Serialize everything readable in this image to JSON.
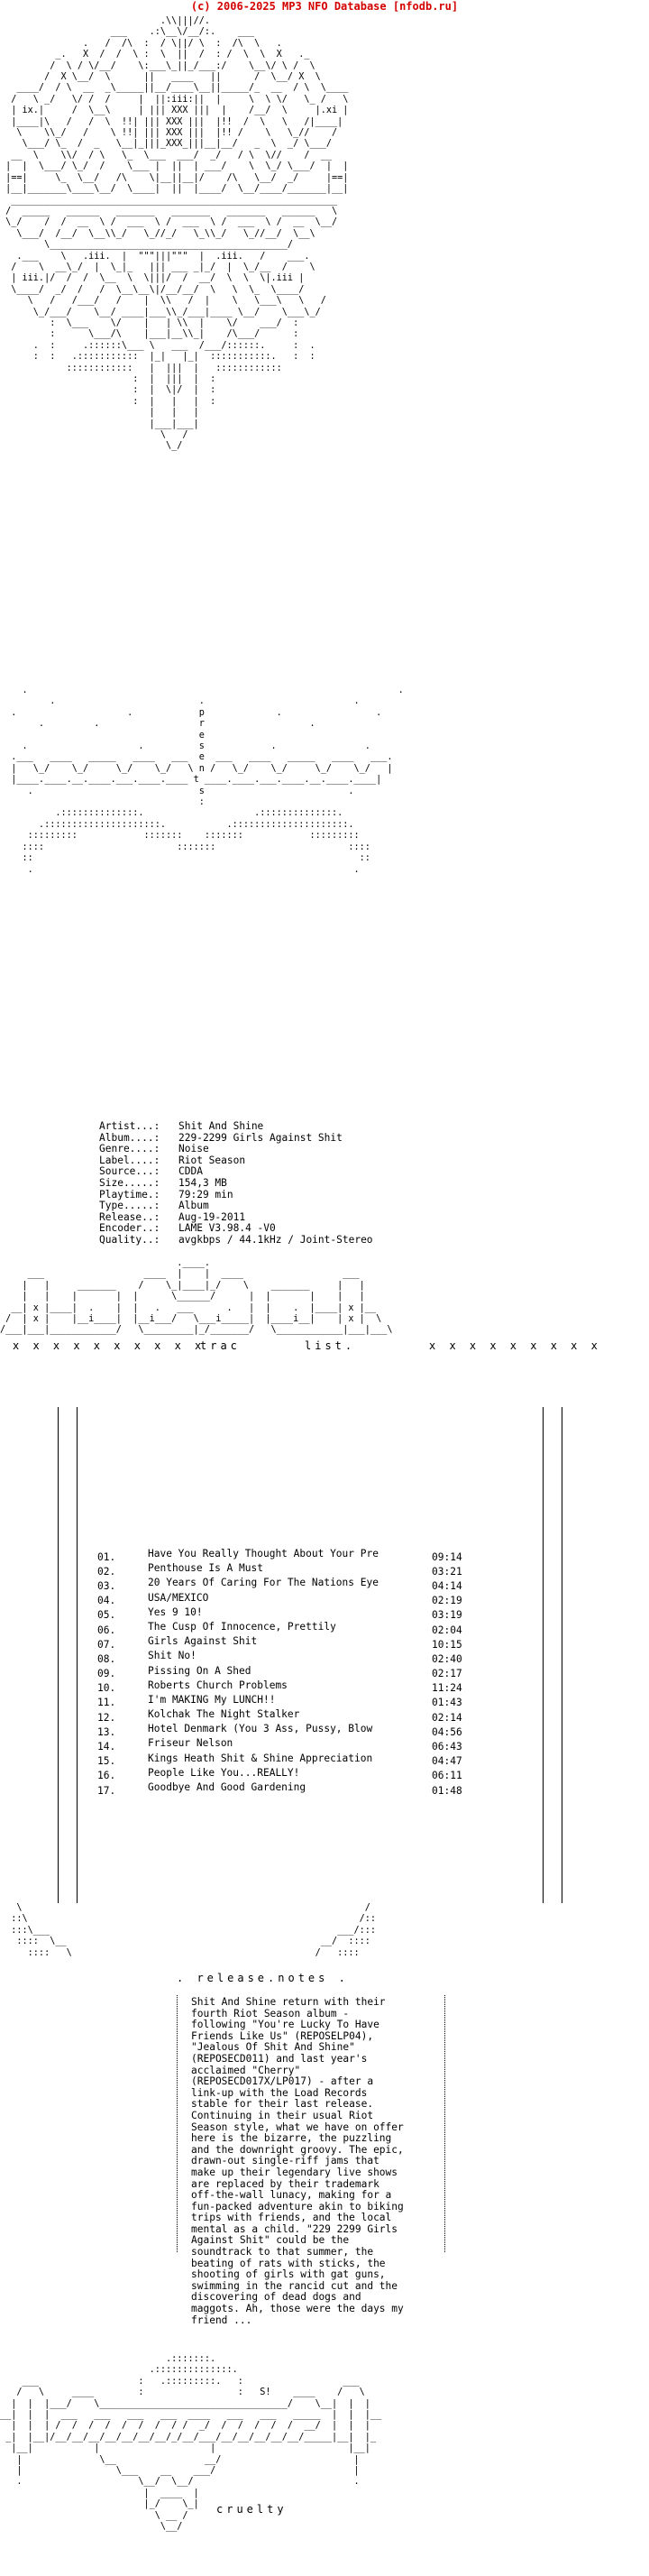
{
  "header": {
    "text": "(c) 2006-2025 MP3 NFO Database [nfodb.ru]"
  },
  "art": {
    "logo_top": [
      "                             .\\\\|||//.                                  ",
      "                    ___    .:\\__\\/__/:.    ___                          ",
      "               .   /  /\\  :  / \\||/ \\  :  /\\  \\   .                     ",
      "          _.   X  /  /  \\ :  \\  ||  /  : /  \\  \\  X   ._                ",
      "         /  \\ / \\/__/    \\:___\\_||_/___:/    \\__\\/ \\ /  \\               ",
      "        /  X \\__/  \\      ||   ____   ||      /  \\__/ X  \\              ",
      "   ____/  / \\  __  _\\_____||__/____\\__||_____/_  __  / \\  \\____         ",
      "  /   \\ _/   \\/ /  /     |  ||:iii:||  |     \\  \\ \\/   \\_ /   \\        ",
      "  | ix.|     /  \\__\\     | ||| XXX |||  |    /__/  \\     |.xi |        ",
      "  |____|\\   /   /  \\  !!| ||| XXX |||  |!!  /  \\   \\   /|____|         ",
      "   \\    \\\\_/   /    \\ !!| ||| XXX |||  |!! /    \\   \\_//    /          ",
      "    \\___/ \\_  /  _   \\__|_|||_XXX_|||__|__/   _  \\  _/ \\___/           ",
      "  __  \\    \\\\/  / \\   \\_  \\___  ___/  _/   / \\  \\//    /  __           ",
      " |  |  \\___/ \\_/  /    \\___ |  ||  | ___/    \\  \\_/ \\___/  |  |          ",
      " |==|     \\_  \\__/   /\\    \\|__||__|/    /\\   \\__/  _/     |==|          ",
      " |__|_______\\____\\__/  \\____|  ||  |____/  \\__/____/_______|__|          ",
      "  ___________________________________________________________            ",
      " /  _____   ______   _______   _______   _______   ______   \\           ",
      " \\_/    /  /  __  \\ /  ___  \\ /  ___  \\ /  ___  \\ /  __  \\__/           ",
      "   \\___/  /__/  \\__\\\\_/   \\_//_/   \\_\\\\_/   \\_//__/  \\__\\             ",
      "        \\___________________________________________/                   ",
      "   .___    \\   .iii.  |  \"\"\"|||\"\"\"  |  .iii.   /    ___.               ",
      "  /    \\  __\\_/  |  \\_|_   ||| ___ _|_/  |  \\_/__  /    \\              ",
      "  | iii.|/  /  /  \\__  \\  \\|||/  /  __/  \\  \\  \\|.iii |              ",
      "  \\____/  _/  /   /  \\__\\__\\|/__/__/  \\   \\  \\_  \\____/              ",
      "     \\   /   /___/   /    |  \\\\   /  |    \\   \\___\\   \\   /          ",
      "      \\_/___/    \\__/ ____|___\\\\_/___|____ \\__/    \\___\\_/           ",
      "         :  \\___    \\/    |   | \\\\  |    \\/    ___/  :                ",
      "         :      \\___/\\    |___|__\\\\_|    /\\___/      :                ",
      "      .  :     .::::::\\___ \\   ___  /___/::::::.     :  .             ",
      "      :  :   .:::::::::::  |_|   |_|  :::::::::::.   :  :             ",
      "            ::::::::::::   |  |||  |   ::::::::::::                    ",
      "                        :  |  |||  |  :                                ",
      "                        :  |  \\|/  |  :                                ",
      "                        :  |   |   |  :                                ",
      "                           |   |   |                                   ",
      "                           |___|___|                                   ",
      "                             \\   /                                     ",
      "                              \\_/                                      "
    ],
    "presents": [
      "    .                                                                   .",
      "         .                          .                           .        ",
      "  .                    .            p             .                 .    ",
      "       .         .                  r                   .                ",
      "                                    e                                    ",
      "    .                    .          s            .                .      ",
      "  .___   ____   _____   ____   ___  e  ___   ____   _____   ____   ___.  ",
      "  |   \\_/    \\_/     \\_/    \\_/   \\ n /   \\_/    \\_/     \\_/    \\_/   |  ",
      "  |____.____.__.____.___.____.____ t ____.____.___.____.__.____.____|  ",
      "     .                              s                          .         ",
      "                                    :                                    ",
      "          .::::::::::::::.                    .::::::::::::::.           ",
      "       .:::::::::::::::::::::.           .:::::::::::::::::::::.         ",
      "     :::::::::            :::::::    :::::::            :::::::::       ",
      "    ::::                        :::::::                        ::::      ",
      "    ::                                                           ::      ",
      "     .                                                          .       "
    ],
    "tracklist_banner": [
      "                                .____.                                  ",
      "     ___                  ____  |    |  ____                  ___       ",
      "    |   |     _______    /    \\_|____|_/    \\    _______     |   |      ",
      "    |   |    |       |  |      \\______/      |  |       |    |   |      ",
      "  __| x |____|  .    |  |   .   ___      .   |  |    .  |____| x |__    ",
      " /  | x |    |__i____|  |__i___/   \\___i_____|  |____i__|    | x |  \\   ",
      "/___|___|____________/   \\_________|_/_______/   \\____________|___|___\\  "
    ],
    "tracklist_bottom": [
      "   \\                                                              /      ",
      "  ::\\                                                            /::     ",
      "  :::\\___                                                    ___/:::     ",
      "   ::::  \\__                                              __/  ::::      ",
      "     ::::   \\                                            /   ::::        "
    ],
    "footer_logo": [
      "                              .:::::::.                                  ",
      "                           .::::::::::::::.                              ",
      "    ___                  :   .:::::::::.   :                  ___        ",
      "   /   \\     ____        :                 :   S!    ____    /   \\       ",
      "  |  |  |___/    \\__________________________________/    \\__|  |  |      ",
      "__|  |  |  ___   ___   ___   ___  ____   ___   ___   _____  |  |  |__    ",
      "  |  |  | /  /  /  /  /  /  /  / /  _/  /  /  /  /  /  __/  |  |  |     ",
      " _|  |__|/__/__/__/__/__/__/__/_/__/___/__/__/__/__/__/_____|__|  |_    ",
      "  |__|           |                    |                        |__|      ",
      "   |              \\__                __/                        |        ",
      "   |                 \\___    __    ___/                         |        ",
      "   .                     \\__/  \\__/                             .        ",
      "                          |  ____  |                                     ",
      "                          |_/    \\_|                                     ",
      "                            \\ __ /                                       ",
      "                             \\__/                                        "
    ]
  },
  "release_info": {
    "rows": [
      {
        "key": "Artist...:",
        "value": "Shit And Shine"
      },
      {
        "key": "Album....:",
        "value": "229-2299 Girls Against Shit"
      },
      {
        "key": "Genre....:",
        "value": "Noise"
      },
      {
        "key": "Label....:",
        "value": "Riot Season"
      },
      {
        "key": "Source...:",
        "value": "CDDA"
      },
      {
        "key": "Size.....:",
        "value": "154,3 MB"
      },
      {
        "key": "Playtime.:",
        "value": "79:29 min"
      },
      {
        "key": "Type.....:",
        "value": "Album"
      },
      {
        "key": "Release..:",
        "value": "Aug-19-2011"
      },
      {
        "key": "Encoder..:",
        "value": "LAME V3.98.4 -V0"
      },
      {
        "key": "Quality..:",
        "value": "avgkbps / 44.1kHz / Joint-Stereo"
      }
    ]
  },
  "tracklist": {
    "label": "trac",
    "label_tail": "list.",
    "left_marks": "x x x x x x x x x x",
    "right_marks": "x x x x x x x x x",
    "tracks": [
      {
        "no": "01.",
        "title": "Have You Really Thought About Your Pre",
        "time": "09:14"
      },
      {
        "no": "02.",
        "title": "Penthouse Is A Must",
        "time": "03:21"
      },
      {
        "no": "03.",
        "title": "20 Years Of Caring For The Nations Eye",
        "time": "04:14"
      },
      {
        "no": "04.",
        "title": "USA/MEXICO",
        "time": "02:19"
      },
      {
        "no": "05.",
        "title": "Yes 9 10!",
        "time": "03:19"
      },
      {
        "no": "06.",
        "title": "The Cusp Of Innocence, Prettily",
        "time": "02:04"
      },
      {
        "no": "07.",
        "title": "Girls Against Shit",
        "time": "10:15"
      },
      {
        "no": "08.",
        "title": "Shit No!",
        "time": "02:40"
      },
      {
        "no": "09.",
        "title": "Pissing On A Shed",
        "time": "02:17"
      },
      {
        "no": "10.",
        "title": "Roberts Church Problems",
        "time": "11:24"
      },
      {
        "no": "11.",
        "title": "I'm MAKING My LUNCH!!",
        "time": "01:43"
      },
      {
        "no": "12.",
        "title": "Kolchak The Night Stalker",
        "time": "02:14"
      },
      {
        "no": "13.",
        "title": "Hotel Denmark (You 3 Ass, Pussy, Blow",
        "time": "04:56"
      },
      {
        "no": "14.",
        "title": "Friseur Nelson",
        "time": "06:43"
      },
      {
        "no": "15.",
        "title": "Kings Heath Shit & Shine Appreciation",
        "time": "04:47"
      },
      {
        "no": "16.",
        "title": "People Like You...REALLY!",
        "time": "06:11"
      },
      {
        "no": "17.",
        "title": "Goodbye And Good Gardening",
        "time": "01:48"
      }
    ]
  },
  "notes": {
    "heading": ". release.notes .",
    "lines": [
      "Shit And Shine return with their",
      "fourth Riot Season album -",
      "following \"You're Lucky To Have",
      "Friends Like Us\" (REPOSELP04),",
      "\"Jealous Of Shit And Shine\"",
      "(REPOSECD011) and last year's",
      "acclaimed \"Cherry\"",
      "(REPOSECD017X/LP017) - after a",
      "link-up with the Load Records",
      "stable for their last release.",
      "Continuing in their usual Riot",
      "Season style, what we have on offer",
      "here is the bizarre, the puzzling",
      "and the downright groovy. The epic,",
      "drawn-out single-riff jams that",
      "make up their legendary live shows",
      "are replaced by their trademark",
      "off-the-wall lunacy, making for a",
      "fun-packed adventure akin to biking",
      "trips with friends, and the local",
      "mental as a child. \"229 2299 Girls",
      "Against Shit\" could be the",
      "soundtrack to that summer, the",
      "beating of rats with sticks, the",
      "shooting of girls with gat guns,",
      "swimming in the rancid cut and the",
      "discovering of dead dogs and",
      "maggots. Ah, those were the days my",
      "friend ..."
    ]
  },
  "footer": {
    "sig": "S!",
    "word": "cruelty"
  }
}
